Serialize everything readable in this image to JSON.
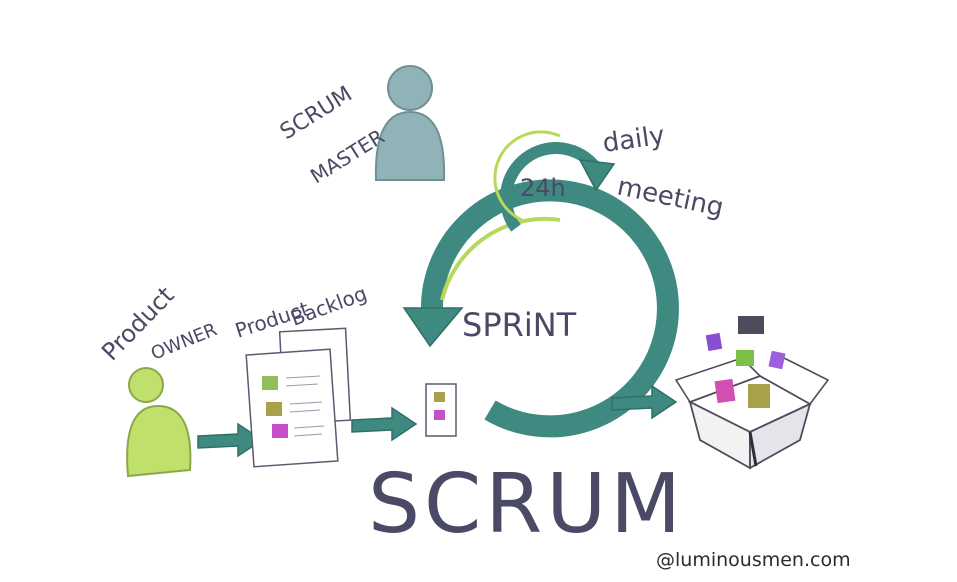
{
  "labels": {
    "scrum_master_line1": "SCRUM",
    "scrum_master_line2": "MASTER",
    "daily_line1": "daily",
    "daily_line2": "meeting",
    "cycle_24h": "24h",
    "sprint": "SPRiNT",
    "product_owner_line1": "Product",
    "product_owner_line2": "OWNER",
    "product_backlog_line1": "Product",
    "product_backlog_line2": "Backlog",
    "title": "SCRUM",
    "credit": "@luminousmen.com"
  },
  "colors": {
    "ink": "#4a4a66",
    "teal_arrow": "#3f8a80",
    "lime": "#b7d85a",
    "master_figure": "#8fb3b6",
    "owner_figure": "#bfe06b",
    "note_green": "#8fbf5a",
    "note_olive": "#a7a24a",
    "note_magenta": "#c54fc9",
    "box_purple": "#8a4fd1",
    "box_dark": "#4c4c5c",
    "box_green": "#7cc04a",
    "box_pink": "#d14fb1",
    "box_violet": "#9b5fe0",
    "box_olive": "#a7a24a"
  }
}
